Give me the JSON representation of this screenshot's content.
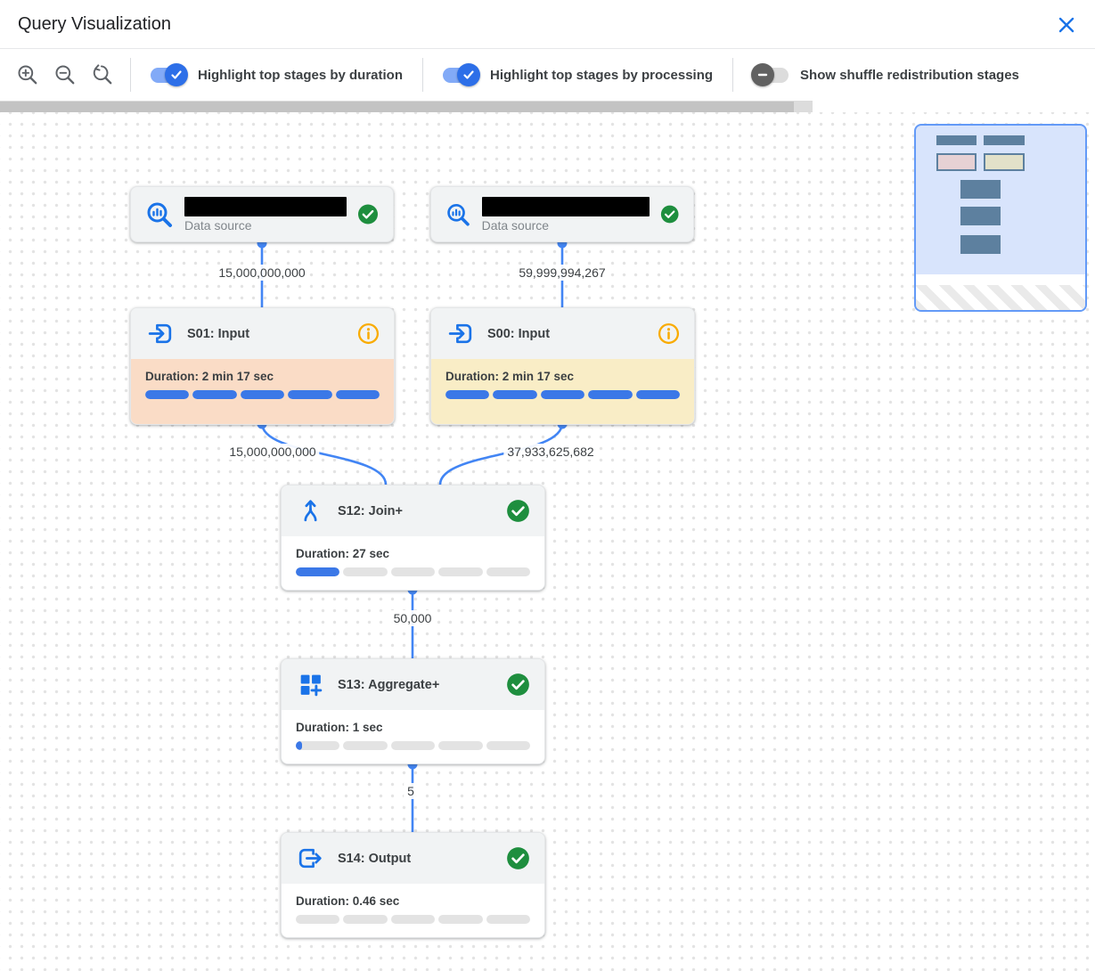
{
  "header": {
    "title": "Query Visualization"
  },
  "toolbar": {
    "toggles": [
      {
        "label": "Highlight top stages by duration",
        "state": "on"
      },
      {
        "label": "Highlight top stages by processing",
        "state": "on"
      },
      {
        "label": "Show shuffle redistribution stages",
        "state": "off"
      }
    ]
  },
  "graph": {
    "data_sources": [
      {
        "caption": "Data source",
        "name_redacted": true,
        "status": "complete"
      },
      {
        "caption": "Data source",
        "name_redacted": true,
        "status": "complete"
      }
    ],
    "stages": [
      {
        "id": "S01",
        "title": "S01: Input",
        "duration": "Duration: 2 min 17 sec",
        "progress_pct": 100,
        "highlight": "duration",
        "status": "info"
      },
      {
        "id": "S00",
        "title": "S00: Input",
        "duration": "Duration: 2 min 17 sec",
        "progress_pct": 100,
        "highlight": "processing",
        "status": "info"
      },
      {
        "id": "S12",
        "title": "S12: Join+",
        "duration": "Duration: 27 sec",
        "progress_pct": 20,
        "highlight": "none",
        "status": "complete"
      },
      {
        "id": "S13",
        "title": "S13: Aggregate+",
        "duration": "Duration: 1 sec",
        "progress_pct": 3,
        "highlight": "none",
        "status": "complete"
      },
      {
        "id": "S14",
        "title": "S14: Output",
        "duration": "Duration: 0.46 sec",
        "progress_pct": 0,
        "highlight": "none",
        "status": "complete"
      }
    ],
    "edges": [
      {
        "from": "data-source-1",
        "to": "S01",
        "label": "15,000,000,000"
      },
      {
        "from": "data-source-2",
        "to": "S00",
        "label": "59,999,994,267"
      },
      {
        "from": "S01",
        "to": "S12",
        "label": "15,000,000,000"
      },
      {
        "from": "S00",
        "to": "S12",
        "label": "37,933,625,682"
      },
      {
        "from": "S12",
        "to": "S13",
        "label": "50,000"
      },
      {
        "from": "S13",
        "to": "S14",
        "label": "5"
      }
    ]
  },
  "icons": {
    "zoom_in": "magnifier-plus",
    "zoom_out": "magnifier-minus",
    "reset_zoom": "magnifier-reset-arrow",
    "close": "x-mark",
    "data_source": "bigquery-magnifier-chart",
    "input_stage": "arrow-into-box",
    "output_stage": "arrow-out-of-box",
    "join_stage": "merge-arrows",
    "aggregate_stage": "grid-plus",
    "complete": "check-circle-green",
    "info": "info-circle-orange",
    "toggle_on": "check",
    "toggle_off": "dash"
  },
  "colors": {
    "accent_blue": "#1a73e8",
    "edge_blue": "#4285f4",
    "progress_blue": "#3b78e7",
    "success_green": "#1e8e3e",
    "warning_orange": "#f9ab00",
    "duration_highlight": "#fadcc6",
    "processing_highlight": "#f9edc6",
    "node_header_gray": "#f1f3f4"
  }
}
